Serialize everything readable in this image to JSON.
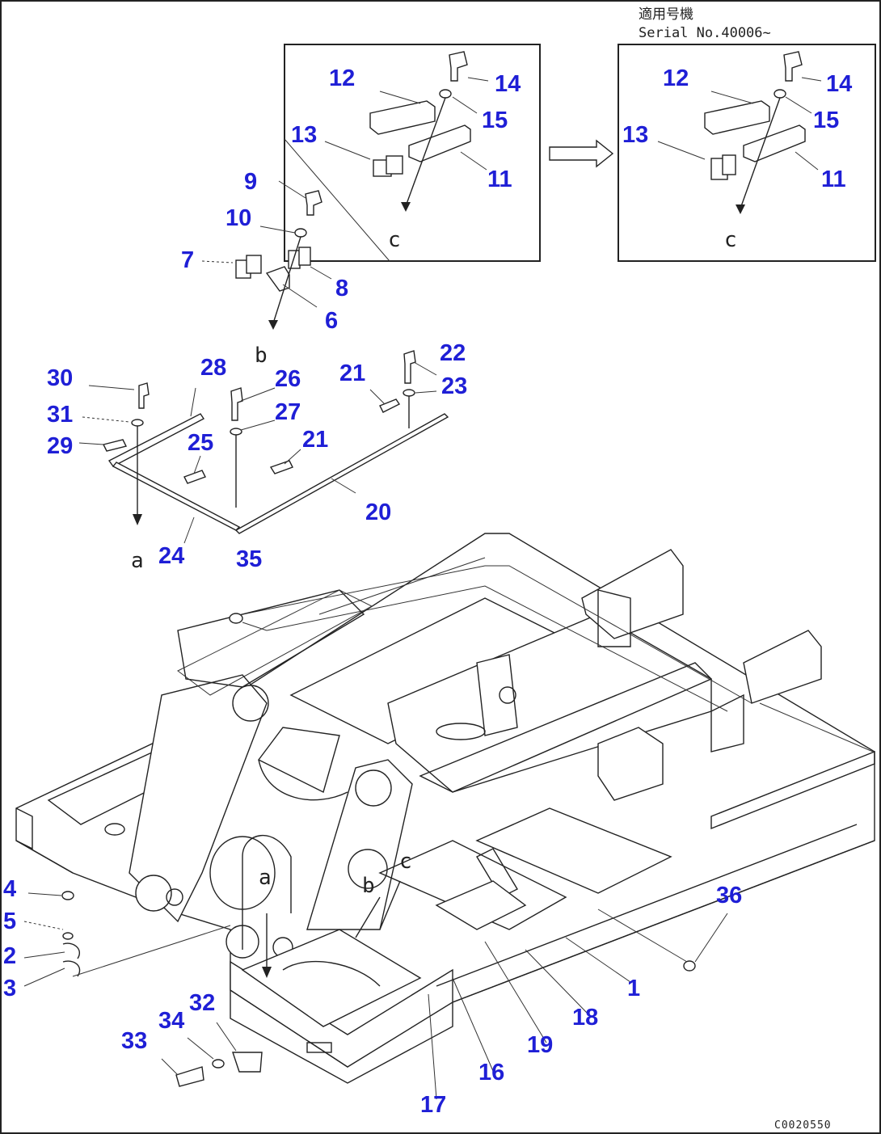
{
  "serial_note": {
    "heading": "適用号機",
    "serial": "Serial No.40006~"
  },
  "drawing_code": "C0020550",
  "reference_letters": {
    "a_top": "a",
    "a_frame": "a",
    "b_top": "b",
    "b_frame": "b",
    "c_left": "c",
    "c_right": "c",
    "c_frame": "c"
  },
  "callouts": {
    "p1": "1",
    "p2": "2",
    "p3": "3",
    "p4": "4",
    "p5": "5",
    "p6": "6",
    "p7": "7",
    "p8": "8",
    "p9": "9",
    "p10": "10",
    "p11a": "11",
    "p11b": "11",
    "p12a": "12",
    "p12b": "12",
    "p13a": "13",
    "p13b": "13",
    "p14a": "14",
    "p14b": "14",
    "p15a": "15",
    "p15b": "15",
    "p16": "16",
    "p17": "17",
    "p18": "18",
    "p19": "19",
    "p20": "20",
    "p21a": "21",
    "p21b": "21",
    "p22": "22",
    "p23": "23",
    "p24": "24",
    "p25": "25",
    "p26": "26",
    "p27": "27",
    "p28": "28",
    "p29": "29",
    "p30": "30",
    "p31": "31",
    "p32": "32",
    "p33": "33",
    "p34": "34",
    "p35": "35",
    "p36": "36"
  }
}
